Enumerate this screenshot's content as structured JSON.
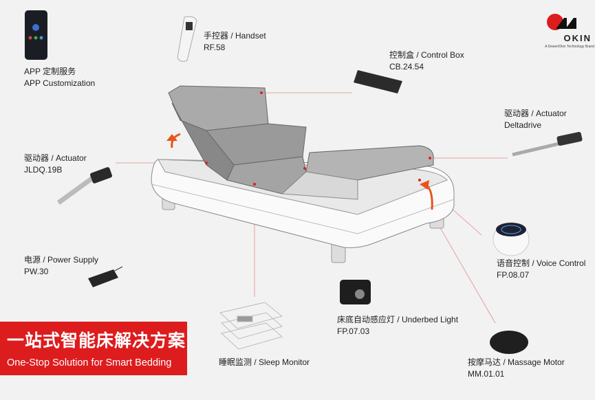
{
  "brand": {
    "name": "OKIN",
    "tagline": "A DewertOkin Technology Brand",
    "colors": {
      "red": "#dd1c1e",
      "dark": "#111111"
    }
  },
  "banner": {
    "title_cn": "一站式智能床解决方案",
    "title_en": "One-Stop Solution for Smart Bedding"
  },
  "components": [
    {
      "id": "app",
      "name": "APP 定制服务",
      "sub": "APP Customization"
    },
    {
      "id": "handset",
      "name": "手控器 / Handset",
      "sub": "RF.58"
    },
    {
      "id": "control-box",
      "name": "控制盒 / Control Box",
      "sub": "CB.24.54"
    },
    {
      "id": "actuator-deltadrive",
      "name": "驱动器 / Actuator",
      "sub": "Deltadrive"
    },
    {
      "id": "actuator-jldq",
      "name": "驱动器 / Actuator",
      "sub": "JLDQ.19B"
    },
    {
      "id": "power-supply",
      "name": "电源 / Power Supply",
      "sub": "PW.30"
    },
    {
      "id": "voice-control",
      "name": "语音控制 / Voice Control",
      "sub": "FP.08.07"
    },
    {
      "id": "underbed-light",
      "name": "床底自动感应灯 / Underbed Light",
      "sub": "FP.07.03"
    },
    {
      "id": "sleep-monitor",
      "name": "睡眠监测 / Sleep Monitor",
      "sub": ""
    },
    {
      "id": "massage-motor",
      "name": "按摩马达 / Massage Motor",
      "sub": "MM.01.01"
    }
  ]
}
